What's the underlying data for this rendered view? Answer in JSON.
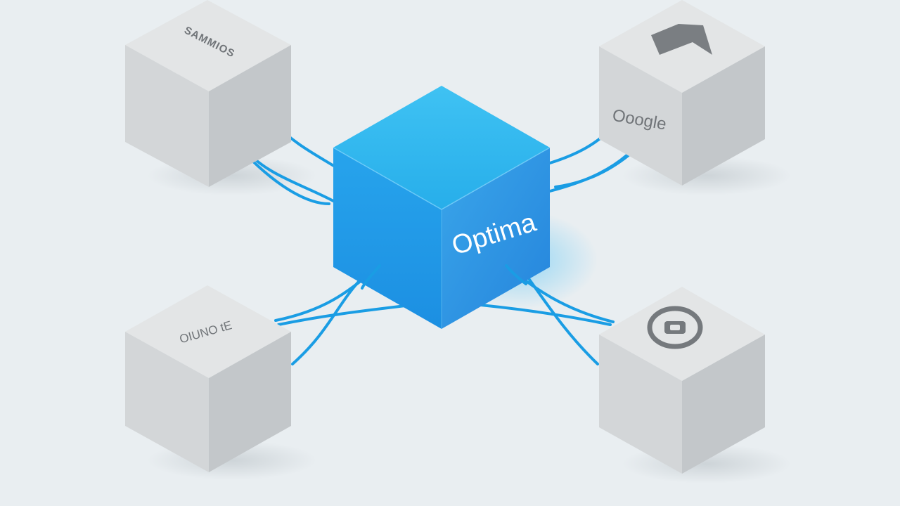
{
  "hub": {
    "label": "Optima",
    "colors": {
      "top": "#2bb3ec",
      "left": "#1f96e6",
      "right": "#2a8fe0",
      "text": "#ffffff"
    }
  },
  "nodes": [
    {
      "id": "top-left",
      "label": "SAMMIOS",
      "icon": "text-logo"
    },
    {
      "id": "top-right",
      "label": "Ooogle",
      "icon": "folded-paper-icon"
    },
    {
      "id": "bottom-left",
      "label": "OIUNO tE",
      "icon": "text-logo"
    },
    {
      "id": "bottom-right",
      "label": "",
      "icon": "circle-badge-icon"
    }
  ],
  "colors": {
    "background": "#e9eef1",
    "gray_top": "#e3e5e6",
    "gray_left": "#d3d6d8",
    "gray_right": "#c3c7ca",
    "connector": "#1a9de4",
    "logo_text": "#707478"
  }
}
